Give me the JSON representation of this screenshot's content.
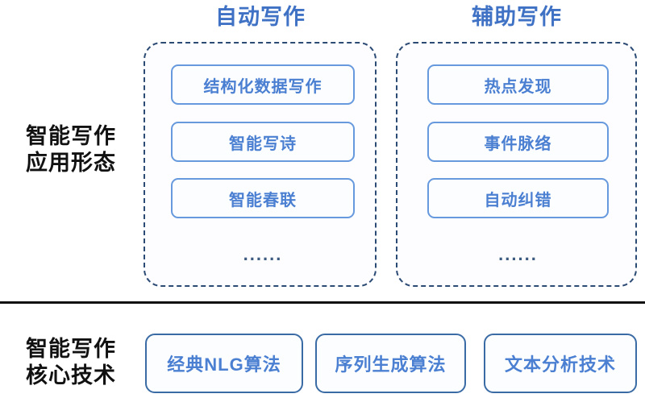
{
  "rows": {
    "applications": {
      "label": "智能写作\n应用形态"
    },
    "core_tech": {
      "label": "智能写作\n核心技术"
    }
  },
  "columns": [
    {
      "title": "自动写作",
      "ellipsis": "......",
      "items": [
        {
          "label": "结构化数据写作"
        },
        {
          "label": "智能写诗"
        },
        {
          "label": "智能春联"
        }
      ]
    },
    {
      "title": "辅助写作",
      "ellipsis": "......",
      "items": [
        {
          "label": "热点发现"
        },
        {
          "label": "事件脉络"
        },
        {
          "label": "自动纠错"
        }
      ]
    }
  ],
  "core_tech_items": [
    {
      "label": "经典NLG算法"
    },
    {
      "label": "序列生成算法"
    },
    {
      "label": "文本分析技术"
    }
  ],
  "colors": {
    "title_blue": "#3f72c4",
    "card_text_blue": "#4a7fd1",
    "card_border_blue": "#6699dd",
    "tech_border_blue": "#3a6ba5",
    "dashed_border": "#2b4a74",
    "label_black": "#111111",
    "divider": "#111111",
    "background": "#ffffff"
  }
}
